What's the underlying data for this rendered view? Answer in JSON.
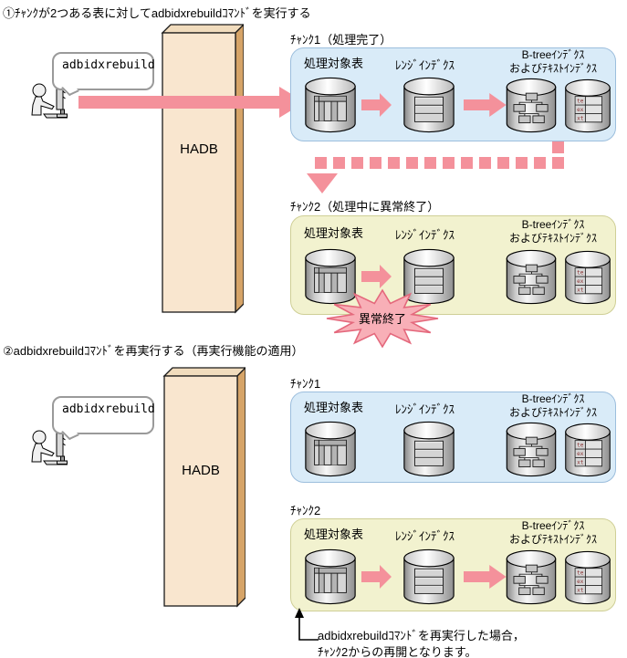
{
  "colors": {
    "flow_arrow_pink": "#f4919b",
    "chunk_panel_blue": "#d9ebf8",
    "chunk_panel_yellow": "#f2f2cf",
    "hadb_front": "#f9e6cf",
    "hadb_side": "#d6a468",
    "burst_fill": "#f8afb7",
    "burst_stroke": "#e4687c"
  },
  "section1": {
    "title": "①ﾁｬﾝｸが2つある表に対してadbidxrebuildｺﾏﾝﾄﾞを実行する",
    "operator": {
      "bubble_text": "adbidxrebuild"
    },
    "hadb_label": "HADB",
    "chunk1": {
      "label": "ﾁｬﾝｸ1（処理完了）",
      "table_label": "処理対象表",
      "range_label": "ﾚﾝｼﾞｲﾝﾃﾞｸｽ",
      "btree_label_line1": "B-treeｲﾝﾃﾞｸｽ",
      "btree_label_line2": "およびﾃｷｽﾄｲﾝﾃﾞｸｽ"
    },
    "chunk2": {
      "label": "ﾁｬﾝｸ2（処理中に異常終了）",
      "table_label": "処理対象表",
      "range_label": "ﾚﾝｼﾞｲﾝﾃﾞｸｽ",
      "btree_label_line1": "B-treeｲﾝﾃﾞｸｽ",
      "btree_label_line2": "およびﾃｷｽﾄｲﾝﾃﾞｸｽ",
      "burst_label": "異常終了"
    }
  },
  "section2": {
    "title": "②adbidxrebuildｺﾏﾝﾄﾞを再実行する（再実行機能の適用）",
    "operator": {
      "bubble_text": "adbidxrebuild"
    },
    "hadb_label": "HADB",
    "chunk1": {
      "label": "ﾁｬﾝｸ1",
      "table_label": "処理対象表",
      "range_label": "ﾚﾝｼﾞｲﾝﾃﾞｸｽ",
      "btree_label_line1": "B-treeｲﾝﾃﾞｸｽ",
      "btree_label_line2": "およびﾃｷｽﾄｲﾝﾃﾞｸｽ"
    },
    "chunk2": {
      "label": "ﾁｬﾝｸ2",
      "table_label": "処理対象表",
      "range_label": "ﾚﾝｼﾞｲﾝﾃﾞｸｽ",
      "btree_label_line1": "B-treeｲﾝﾃﾞｸｽ",
      "btree_label_line2": "およびﾃｷｽﾄｲﾝﾃﾞｸｽ"
    },
    "note": {
      "line1": "adbidxrebuildｺﾏﾝﾄﾞを再実行した場合，",
      "line2": "ﾁｬﾝｸ2からの再開となります。"
    }
  },
  "text_index_icon": {
    "rows": [
      "te",
      "ex",
      "xt"
    ]
  }
}
